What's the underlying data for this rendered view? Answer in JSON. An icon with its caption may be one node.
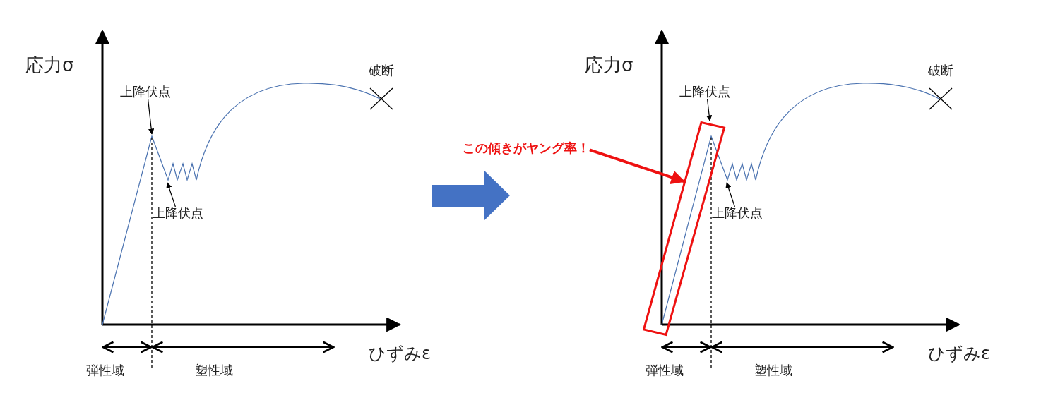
{
  "diagram": {
    "nodes": [
      {
        "text": [
          "上降伏点"
        ]
      },
      {
        "text": [
          "上降伏点"
        ]
      },
      {
        "text": [
          "この傾きがヤング率！"
        ]
      },
      {
        "text": [],
        "shape": "box"
      },
      {
        "text": [
          "上降伏点"
        ]
      },
      {
        "text": [
          "上降伏点"
        ]
      }
    ],
    "edges": [
      {
        "from": 0,
        "to": null,
        "arrow": "to"
      },
      {
        "from": 1,
        "to": null,
        "arrow": "to"
      },
      {
        "from": 2,
        "to": 3,
        "arrow": "to",
        "color": "#ee1111",
        "style": "thick"
      },
      {
        "from": 4,
        "to": null,
        "arrow": "to"
      },
      {
        "from": 5,
        "to": null,
        "arrow": "to"
      }
    ],
    "labels": [
      "応力σ",
      "破断",
      "ひずみε",
      "弾性域",
      "塑性域",
      "応力σ",
      "破断",
      "ひずみε",
      "弾性域",
      "塑性域"
    ]
  }
}
